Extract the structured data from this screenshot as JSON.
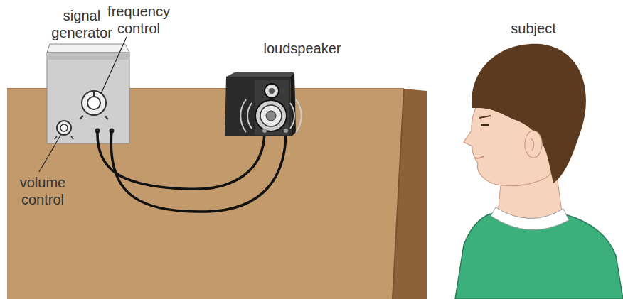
{
  "diagram": {
    "labels": [
      "signal generator",
      "frequency control",
      "loudspeaker",
      "subject",
      "volume control"
    ]
  }
}
